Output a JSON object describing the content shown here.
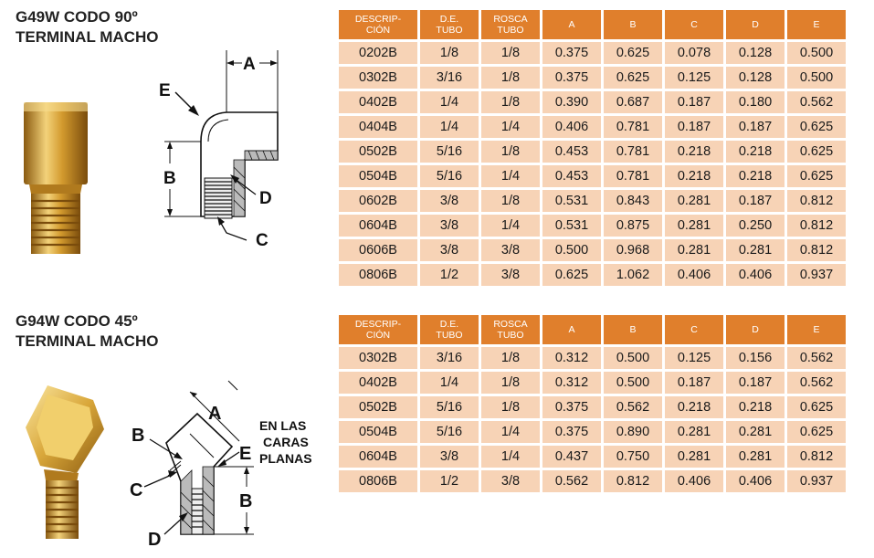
{
  "section1": {
    "title_line1": "G49W CODO 90º",
    "title_line2": "TERMINAL MACHO",
    "diagram_labels": {
      "a": "A",
      "b": "B",
      "c": "C",
      "d": "D",
      "e": "E"
    }
  },
  "section2": {
    "title_line1": "G94W CODO 45º",
    "title_line2": "TERMINAL MACHO",
    "diagram_labels": {
      "a": "A",
      "b": "B",
      "c": "C",
      "d": "D",
      "e": "E",
      "note_line1": "EN LAS",
      "note_line2": "CARAS",
      "note_line3": "PLANAS"
    }
  },
  "headers": [
    {
      "line1": "DESCRIP-",
      "line2": "CIÓN"
    },
    {
      "line1": "D.E.",
      "line2": "TUBO"
    },
    {
      "line1": "ROSCA",
      "line2": "TUBO"
    },
    {
      "line1": "A",
      "line2": ""
    },
    {
      "line1": "B",
      "line2": ""
    },
    {
      "line1": "C",
      "line2": ""
    },
    {
      "line1": "D",
      "line2": ""
    },
    {
      "line1": "E",
      "line2": ""
    }
  ],
  "table1_rows": [
    [
      "0202B",
      "1/8",
      "1/8",
      "0.375",
      "0.625",
      "0.078",
      "0.128",
      "0.500"
    ],
    [
      "0302B",
      "3/16",
      "1/8",
      "0.375",
      "0.625",
      "0.125",
      "0.128",
      "0.500"
    ],
    [
      "0402B",
      "1/4",
      "1/8",
      "0.390",
      "0.687",
      "0.187",
      "0.180",
      "0.562"
    ],
    [
      "0404B",
      "1/4",
      "1/4",
      "0.406",
      "0.781",
      "0.187",
      "0.187",
      "0.625"
    ],
    [
      "0502B",
      "5/16",
      "1/8",
      "0.453",
      "0.781",
      "0.218",
      "0.218",
      "0.625"
    ],
    [
      "0504B",
      "5/16",
      "1/4",
      "0.453",
      "0.781",
      "0.218",
      "0.218",
      "0.625"
    ],
    [
      "0602B",
      "3/8",
      "1/8",
      "0.531",
      "0.843",
      "0.281",
      "0.187",
      "0.812"
    ],
    [
      "0604B",
      "3/8",
      "1/4",
      "0.531",
      "0.875",
      "0.281",
      "0.250",
      "0.812"
    ],
    [
      "0606B",
      "3/8",
      "3/8",
      "0.500",
      "0.968",
      "0.281",
      "0.281",
      "0.812"
    ],
    [
      "0806B",
      "1/2",
      "3/8",
      "0.625",
      "1.062",
      "0.406",
      "0.406",
      "0.937"
    ]
  ],
  "table2_rows": [
    [
      "0302B",
      "3/16",
      "1/8",
      "0.312",
      "0.500",
      "0.125",
      "0.156",
      "0.562"
    ],
    [
      "0402B",
      "1/4",
      "1/8",
      "0.312",
      "0.500",
      "0.187",
      "0.187",
      "0.562"
    ],
    [
      "0502B",
      "5/16",
      "1/8",
      "0.375",
      "0.562",
      "0.218",
      "0.218",
      "0.625"
    ],
    [
      "0504B",
      "5/16",
      "1/4",
      "0.375",
      "0.890",
      "0.281",
      "0.281",
      "0.625"
    ],
    [
      "0604B",
      "3/8",
      "1/4",
      "0.437",
      "0.750",
      "0.281",
      "0.281",
      "0.812"
    ],
    [
      "0806B",
      "1/2",
      "3/8",
      "0.562",
      "0.812",
      "0.406",
      "0.406",
      "0.937"
    ]
  ],
  "colors": {
    "header_bg": "#e07f2c",
    "cell_bg": "#f7d3b6",
    "brass": "#d9a73a"
  }
}
